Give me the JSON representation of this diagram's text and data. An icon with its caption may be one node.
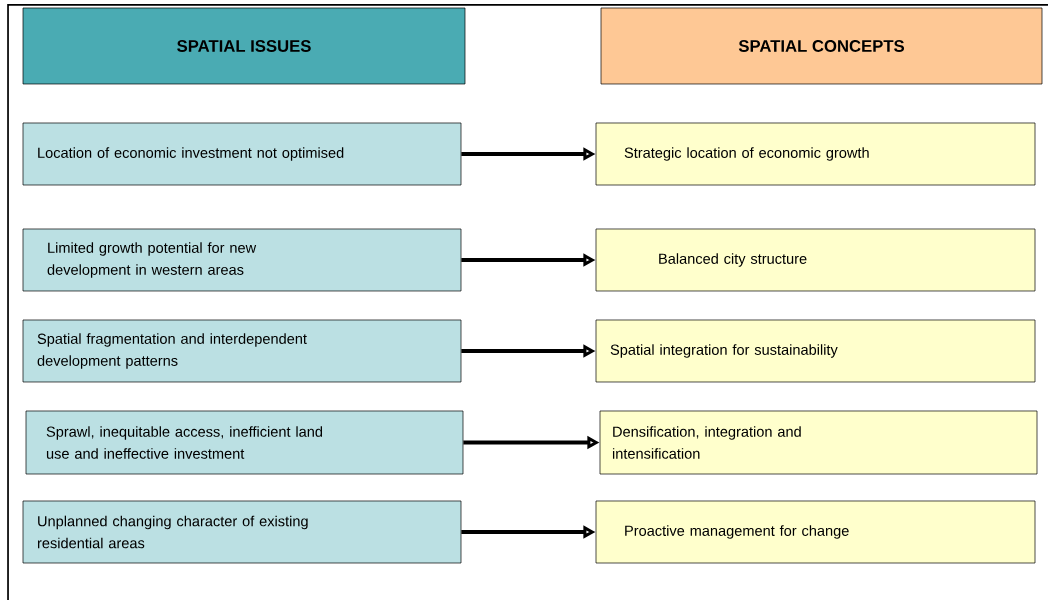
{
  "diagram": {
    "nodes": [
      {
        "text": [
          "SPATIAL ISSUES"
        ]
      },
      {
        "text": [
          "SPATIAL CONCEPTS"
        ]
      },
      {
        "text": [
          "Location of economic investment not optimised"
        ]
      },
      {
        "text": [
          "Strategic location of economic growth"
        ]
      },
      {
        "text": [
          "Limited growth potential for new development in western areas"
        ]
      },
      {
        "text": [
          "Balanced city structure"
        ]
      },
      {
        "text": [
          "Spatial fragmentation and interdependent development patterns"
        ]
      },
      {
        "text": [
          "Spatial integration for sustainability"
        ]
      },
      {
        "text": [
          "Sprawl, inequitable access, inefficient land use and ineffective investment"
        ]
      },
      {
        "text": [
          "Densification, integration and intensification"
        ]
      },
      {
        "text": [
          "Unplanned changing character of existing residential areas"
        ]
      },
      {
        "text": [
          "Proactive management for change"
        ]
      }
    ],
    "edges": [
      {
        "from": 2,
        "to": 3,
        "arrow": "to"
      },
      {
        "from": 4,
        "to": 5,
        "arrow": "to"
      },
      {
        "from": 6,
        "to": 7,
        "arrow": "to"
      },
      {
        "from": 8,
        "to": 9,
        "arrow": "to"
      },
      {
        "from": 10,
        "to": 11,
        "arrow": "to"
      }
    ]
  }
}
